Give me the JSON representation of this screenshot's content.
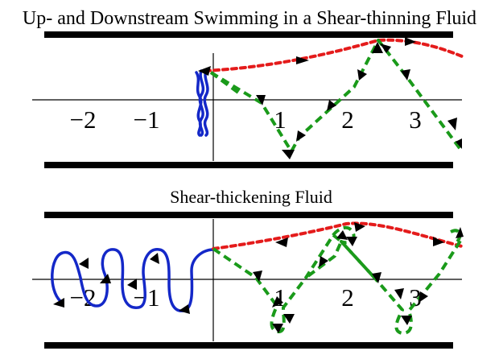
{
  "panels": [
    {
      "title": "Up- and Downstream Swimming in a Shear-thinning Fluid",
      "ticks": [
        "−2",
        "−1",
        "1",
        "2",
        "3"
      ]
    },
    {
      "title": "Shear-thickening Fluid",
      "ticks": [
        "−2",
        "−1",
        "1",
        "2",
        "3"
      ]
    }
  ],
  "colors": {
    "walls": "#000000",
    "upstream_trajectory": "#e41b1b",
    "downstream_trajectory": "#1a9a1a",
    "swimmer": "#1428c8"
  }
}
